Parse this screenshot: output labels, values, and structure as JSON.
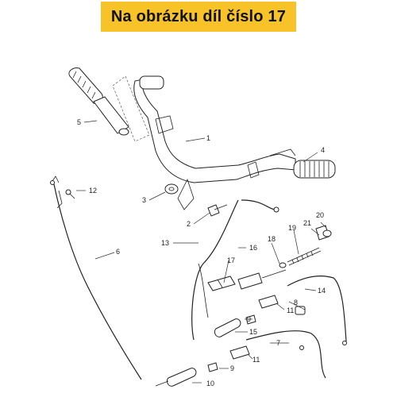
{
  "banner": {
    "text": "Na obrázku díl číslo 17",
    "color": "#f7c328"
  },
  "callouts": [
    {
      "id": "c1",
      "num": "1"
    },
    {
      "id": "c2",
      "num": "2"
    },
    {
      "id": "c3",
      "num": "3"
    },
    {
      "id": "c4",
      "num": "4"
    },
    {
      "id": "c5",
      "num": "5"
    },
    {
      "id": "c6",
      "num": "6"
    },
    {
      "id": "c7",
      "num": "7"
    },
    {
      "id": "c8",
      "num": "8"
    },
    {
      "id": "c9a",
      "num": "9"
    },
    {
      "id": "c9b",
      "num": "9"
    },
    {
      "id": "c10",
      "num": "10"
    },
    {
      "id": "c11a",
      "num": "11"
    },
    {
      "id": "c11b",
      "num": "11"
    },
    {
      "id": "c12",
      "num": "12"
    },
    {
      "id": "c13",
      "num": "13"
    },
    {
      "id": "c14",
      "num": "14"
    },
    {
      "id": "c15",
      "num": "15"
    },
    {
      "id": "c16",
      "num": "16"
    },
    {
      "id": "c17",
      "num": "17"
    },
    {
      "id": "c18",
      "num": "18"
    },
    {
      "id": "c19",
      "num": "19"
    },
    {
      "id": "c20",
      "num": "20"
    },
    {
      "id": "c21",
      "num": "21"
    }
  ]
}
